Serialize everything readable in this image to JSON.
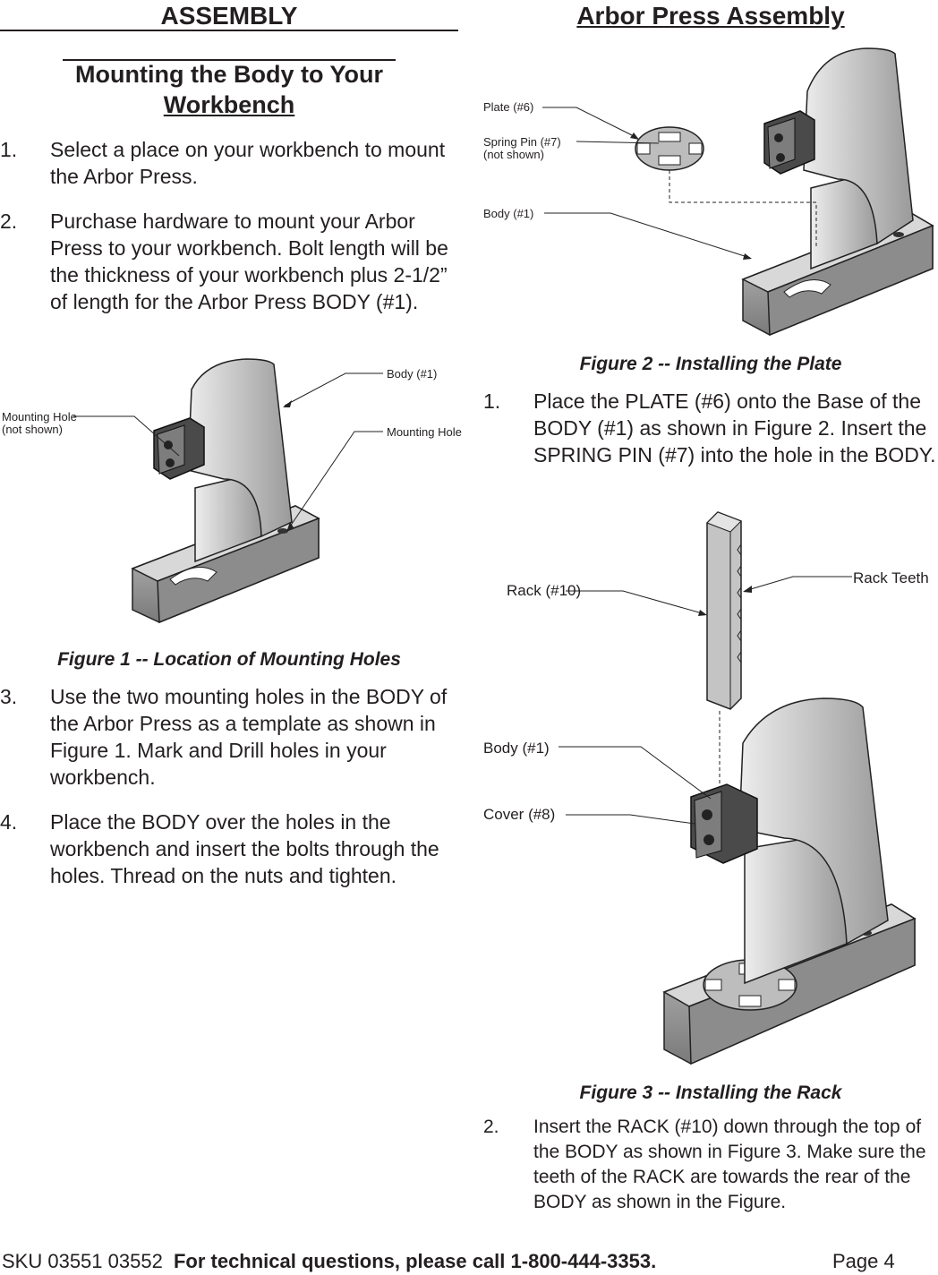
{
  "left": {
    "section_title": "ASSEMBLY",
    "subheading_line1": "Mounting the Body to Your",
    "subheading_line2": "Workbench",
    "steps_a": [
      {
        "num": "1.",
        "text": "Select a place on your workbench to mount the Arbor Press."
      },
      {
        "num": "2.",
        "text": "Purchase hardware to mount your Arbor Press to your workbench.  Bolt length will be the thickness of your workbench plus 2-1/2” of length for the Arbor Press BODY (#1)."
      }
    ],
    "figure1": {
      "label_body": "Body (#1)",
      "label_mount_hidden_1": "Mounting Hole",
      "label_mount_hidden_2": "(not shown)",
      "label_mount_hole": "Mounting Hole",
      "caption": "Figure 1  --  Location of Mounting Holes"
    },
    "steps_b": [
      {
        "num": "3.",
        "text": "Use the two mounting holes in the BODY of the Arbor Press as a template as shown in Figure 1.  Mark and Drill holes in your workbench."
      },
      {
        "num": "4.",
        "text": "Place the BODY over the holes in the workbench and insert the bolts through the holes.  Thread on the nuts and tighten."
      }
    ]
  },
  "right": {
    "section_title": "Arbor Press Assembly",
    "figure2": {
      "label_plate": "Plate (#6)",
      "label_spring_1": "Spring Pin (#7)",
      "label_spring_2": "(not shown)",
      "label_body": "Body (#1)",
      "caption": "Figure 2  --  Installing the Plate"
    },
    "step1": {
      "num": "1.",
      "text": "Place the PLATE (#6) onto the Base of the BODY (#1) as shown in Figure 2. Insert the SPRING PIN (#7) into the hole in the BODY."
    },
    "figure3": {
      "label_rack": "Rack (#10)",
      "label_teeth": "Rack Teeth",
      "label_body": "Body (#1)",
      "label_cover": "Cover (#8)",
      "caption": "Figure 3  --  Installing the Rack"
    },
    "step2": {
      "num": "2.",
      "text": "Insert the RACK (#10) down through the top of the BODY as shown in Figure 3.  Make sure the teeth of the RACK are towards the rear of the BODY as shown in the Figure."
    }
  },
  "footer": {
    "sku": "SKU 03551 03552",
    "tech": "For technical questions, please call 1-800-444-3353.",
    "page": "Page 4"
  }
}
